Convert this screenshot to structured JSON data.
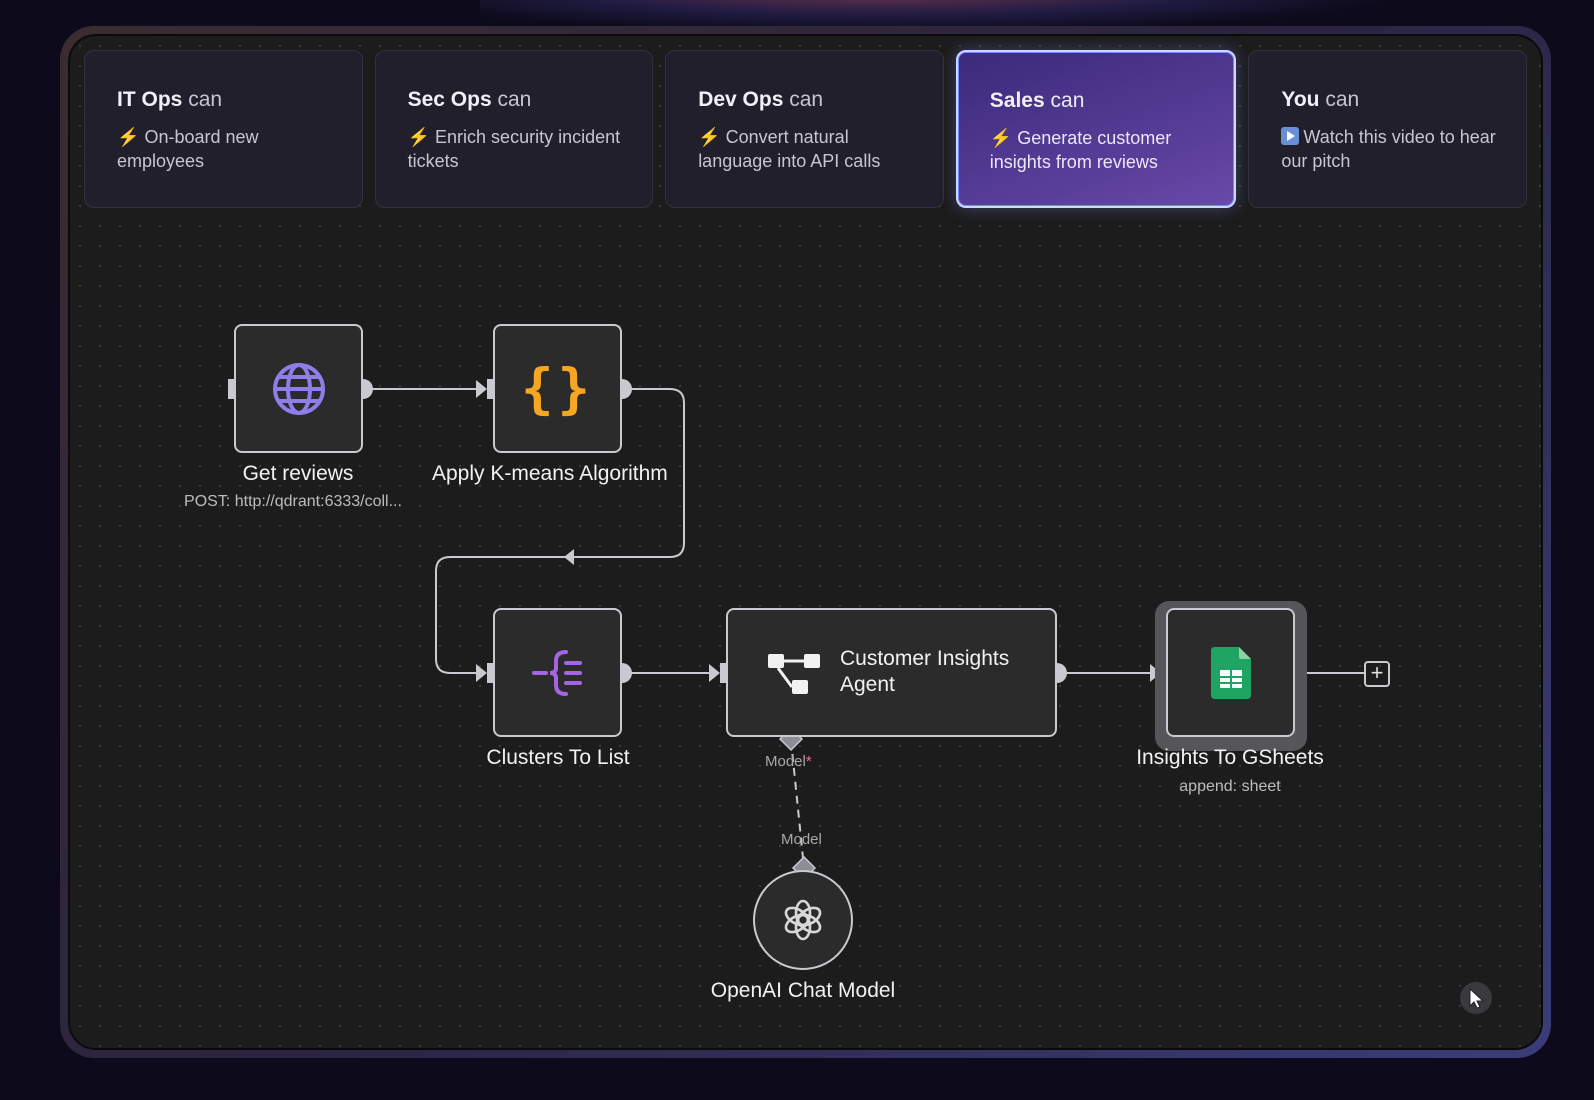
{
  "tabs": [
    {
      "team": "IT Ops",
      "suffix": "can",
      "icon": "bolt-icon",
      "icon_char": "⚡",
      "desc": "On-board new employees",
      "active": false
    },
    {
      "team": "Sec Ops",
      "suffix": "can",
      "icon": "bolt-icon",
      "icon_char": "⚡",
      "desc": "Enrich security incident tickets",
      "active": false
    },
    {
      "team": "Dev Ops",
      "suffix": "can",
      "icon": "bolt-icon",
      "icon_char": "⚡",
      "desc": "Convert natural language into API calls",
      "active": false
    },
    {
      "team": "Sales",
      "suffix": "can",
      "icon": "bolt-icon",
      "icon_char": "⚡",
      "desc": "Generate customer insights from reviews",
      "active": true
    },
    {
      "team": "You",
      "suffix": "can",
      "icon": "play-icon",
      "icon_char": "",
      "desc": "Watch this video to hear our pitch",
      "active": false
    }
  ],
  "workflow": {
    "get_reviews": {
      "title": "Get reviews",
      "subtitle": "POST: http://qdrant:6333/coll...",
      "icon": "globe-icon"
    },
    "kmeans": {
      "title": "Apply K-means Algorithm",
      "icon": "code-braces-icon"
    },
    "clusters": {
      "title": "Clusters To List",
      "icon": "split-list-icon"
    },
    "agent": {
      "title": "Customer Insights Agent",
      "icon": "agent-tree-icon",
      "port_label": "Model",
      "port_required_mark": "*"
    },
    "openai": {
      "title": "OpenAI Chat Model",
      "port_label": "Model",
      "icon": "openai-icon"
    },
    "gsheets": {
      "title": "Insights To GSheets",
      "subtitle": "append: sheet",
      "icon": "google-sheets-icon"
    }
  },
  "colors": {
    "globe": "#8f7de8",
    "braces": "#f5a623",
    "split": "#a366e0",
    "sheets": "#1fa463",
    "active_tab": "#4b3590"
  }
}
